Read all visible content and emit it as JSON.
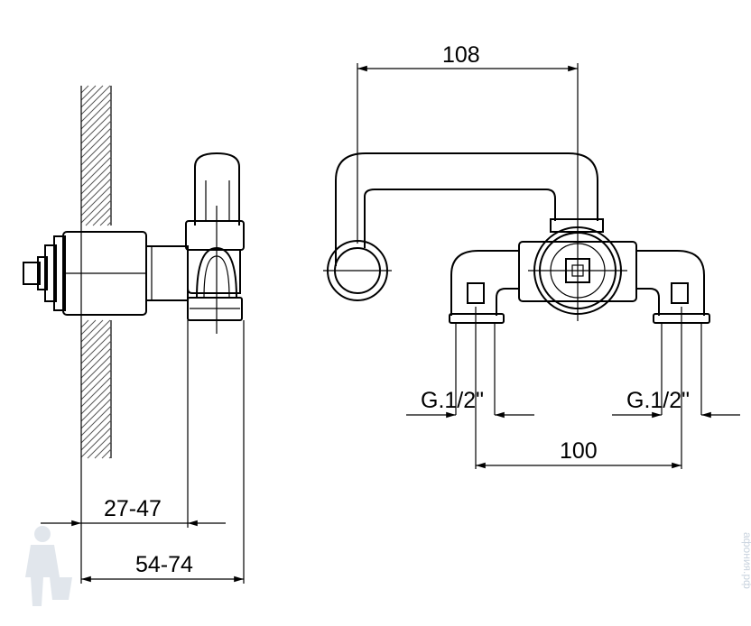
{
  "dimensions": {
    "width_top": "108",
    "thread_left": "G.1/2\"",
    "thread_right": "G.1/2\"",
    "spacing": "100",
    "depth_short": "27-47",
    "depth_long": "54-74"
  },
  "watermark": {
    "text": "афония.рф"
  },
  "colors": {
    "line": "#000000",
    "hatch": "#555555",
    "watermark": "#c9d3de"
  }
}
